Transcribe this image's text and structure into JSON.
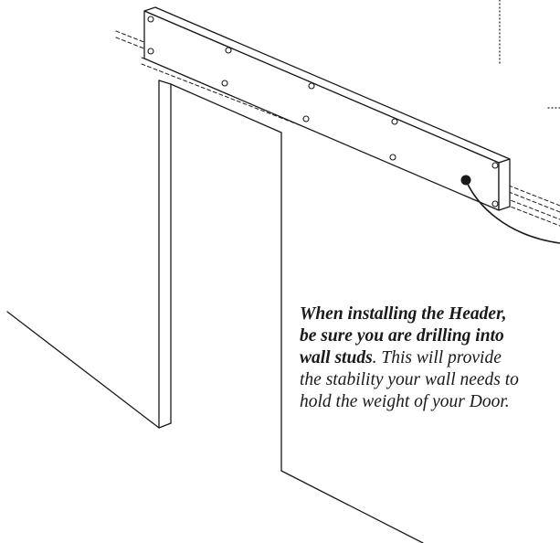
{
  "callout": {
    "lines": [
      {
        "bold": "When installing the Header,",
        "rest": ""
      },
      {
        "bold": "be sure you are drilling into",
        "rest": ""
      },
      {
        "bold": "wall studs",
        "rest": ". This will provide"
      },
      {
        "bold": "",
        "rest": "the stability your wall needs to"
      },
      {
        "bold": "",
        "rest": "hold the weight of your Door."
      }
    ]
  },
  "colors": {
    "line": "#1a1a1a",
    "background": "#ffffff"
  },
  "icons": {
    "screw": "screw-hole-icon",
    "pointer": "callout-dot-icon"
  }
}
